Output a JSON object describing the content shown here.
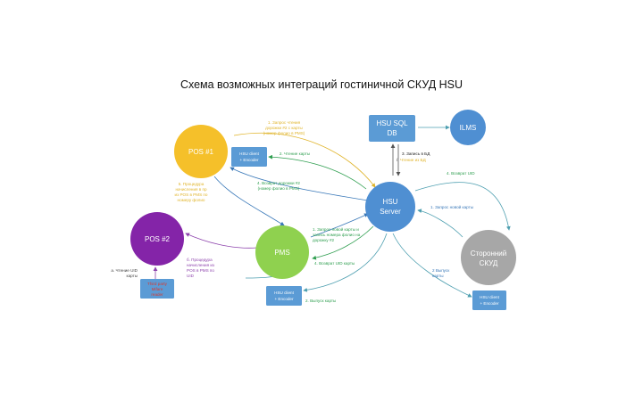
{
  "title": "Схема возможных интеграций гостиничной СКУД HSU",
  "colors": {
    "pos1": "#f5c02a",
    "pos2": "#8424a8",
    "pms": "#8fd14f",
    "hsu_server": "#4f8fd2",
    "third_party": "#a7a7a7",
    "box": "#5b9bd5",
    "arrow_yellow": "#e0b42b",
    "arrow_green": "#2e9e4f",
    "arrow_purple": "#8e44ad",
    "arrow_blue": "#3978b8",
    "arrow_teal": "#4e9fb0",
    "text_red": "#d83a2f"
  },
  "nodes": {
    "pos1": "POS #1",
    "pos2": "POS #2",
    "pms": "PMS",
    "hsu_server": {
      "line1": "HSU",
      "line2": "Server"
    },
    "hsu_sql_db": {
      "line1": "HSU SQL",
      "line2": "DB"
    },
    "ilms": "ILMS",
    "third_party_skud": {
      "line1": "Сторонний",
      "line2": "СКУД"
    },
    "client_top": {
      "line1": "HSU client",
      "line2": "+ Encoder"
    },
    "client_bottom": {
      "line1": "HSU client",
      "line2": "+ Encoder"
    },
    "client_right": {
      "line1": "HSU client",
      "line2": "+ Encoder"
    },
    "mifare_reader": {
      "line1": "Third party",
      "line2": "Mifare",
      "line3": "reader"
    }
  },
  "annotations": {
    "pos1_request": [
      "1. Запрос чтения",
      "дорожки #2 с карты",
      "(номер фолио в PMS)"
    ],
    "card_read": [
      "2. Чтение карты"
    ],
    "db_write": {
      "line1": "3. Запись в БД",
      "slash": "/",
      "line2": "Чтение из БД"
    },
    "track_return": [
      "4. Возврат дорожки #2",
      "(номер фолио в PMS)"
    ],
    "pos1_accrual": [
      "5. Процедура",
      "начисления в пр",
      "из POS в PMS по",
      "номеру фолио"
    ],
    "uid_return_top": [
      "4. Возврат UID"
    ],
    "new_card_request_right": [
      "1. Запрос новой карты"
    ],
    "pms_request": [
      "1. Запрос новой карты и",
      "запись номера фолио на",
      "дорожку #2"
    ],
    "uid_return_pms": [
      "4. Возврат UID карты"
    ],
    "card_issue_right": [
      "2 Выпуск",
      "карты"
    ],
    "pos2_accrual": [
      "б. Процедура",
      "начисления из",
      "POS в PMS по",
      "UID"
    ],
    "uid_read": [
      "а. Чтение UID",
      "карты"
    ],
    "card_issue_bottom": [
      "2. Выпуск карты"
    ]
  }
}
